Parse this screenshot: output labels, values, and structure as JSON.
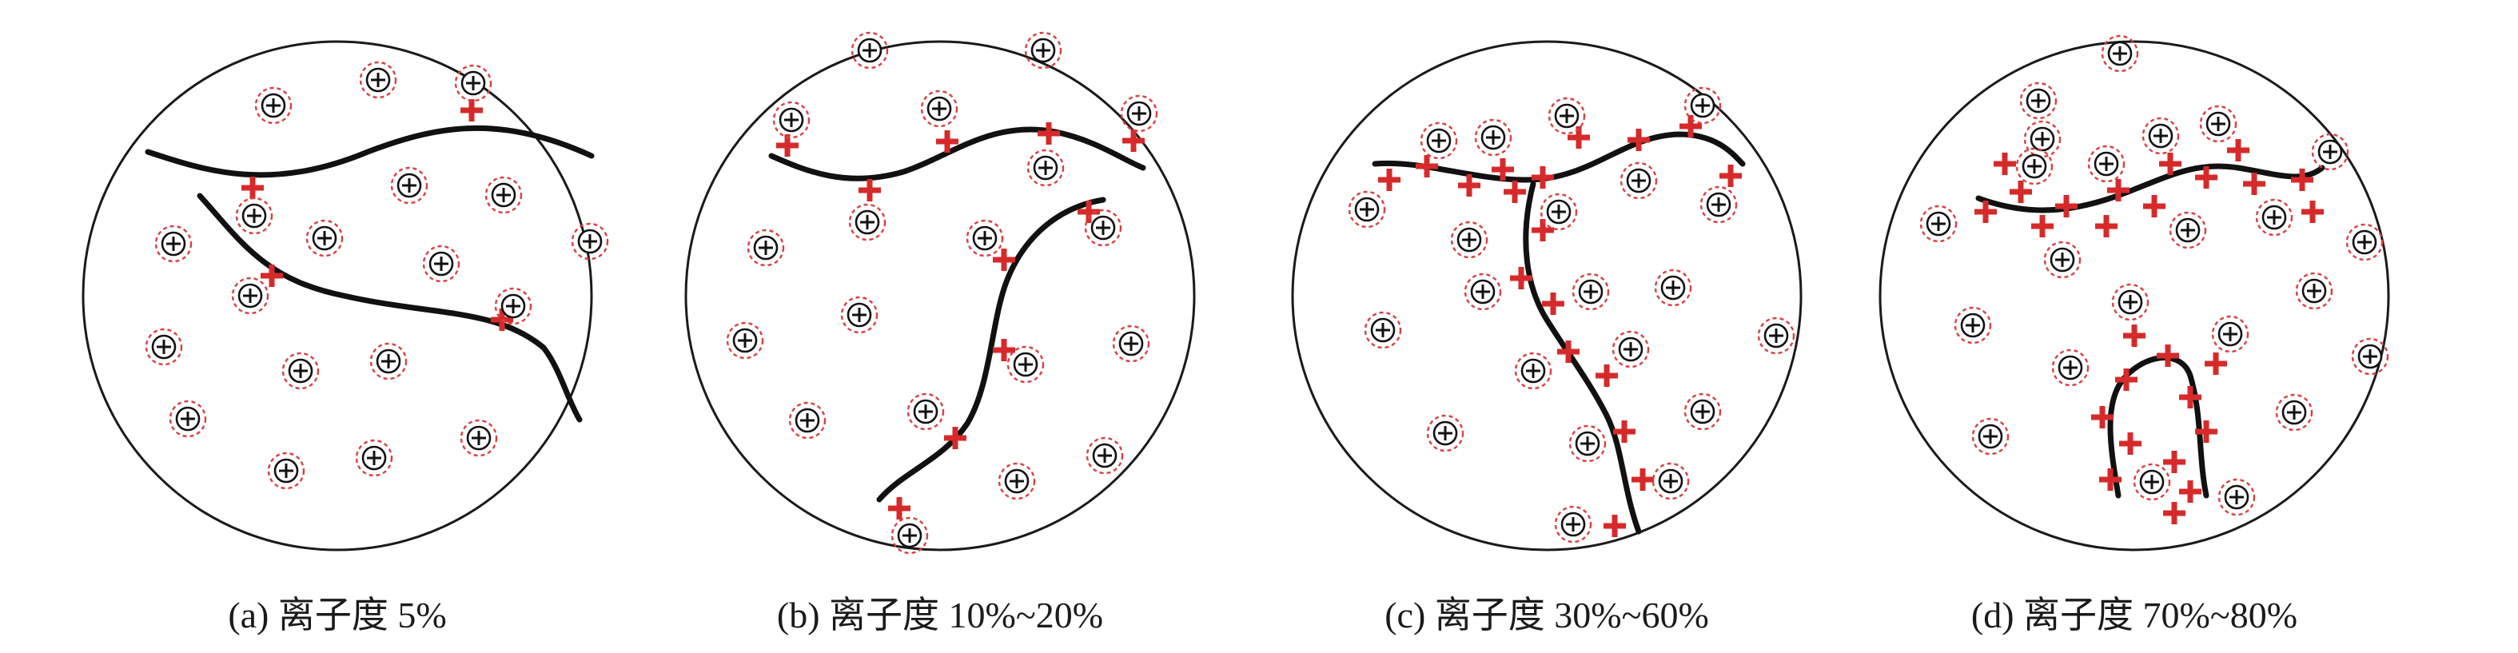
{
  "figure": {
    "panels": [
      {
        "id": "a",
        "label": "(a) 离子度 5%"
      },
      {
        "id": "b",
        "label": "(b) 离子度 10%~20%"
      },
      {
        "id": "c",
        "label": "(c) 离子度 30%~60%"
      },
      {
        "id": "d",
        "label": "(d) 离子度 70%~80%"
      }
    ],
    "colors": {
      "outline": "#1a1a1a",
      "chain": "#111111",
      "bound_plus": "#d62a2a",
      "counter_ring": "#d94040",
      "free_plus": "#111111"
    },
    "symbols": {
      "bound_charge": "red-plus-on-chain",
      "free_ion": "plus-in-circle-with-dashed-red-ring"
    }
  }
}
